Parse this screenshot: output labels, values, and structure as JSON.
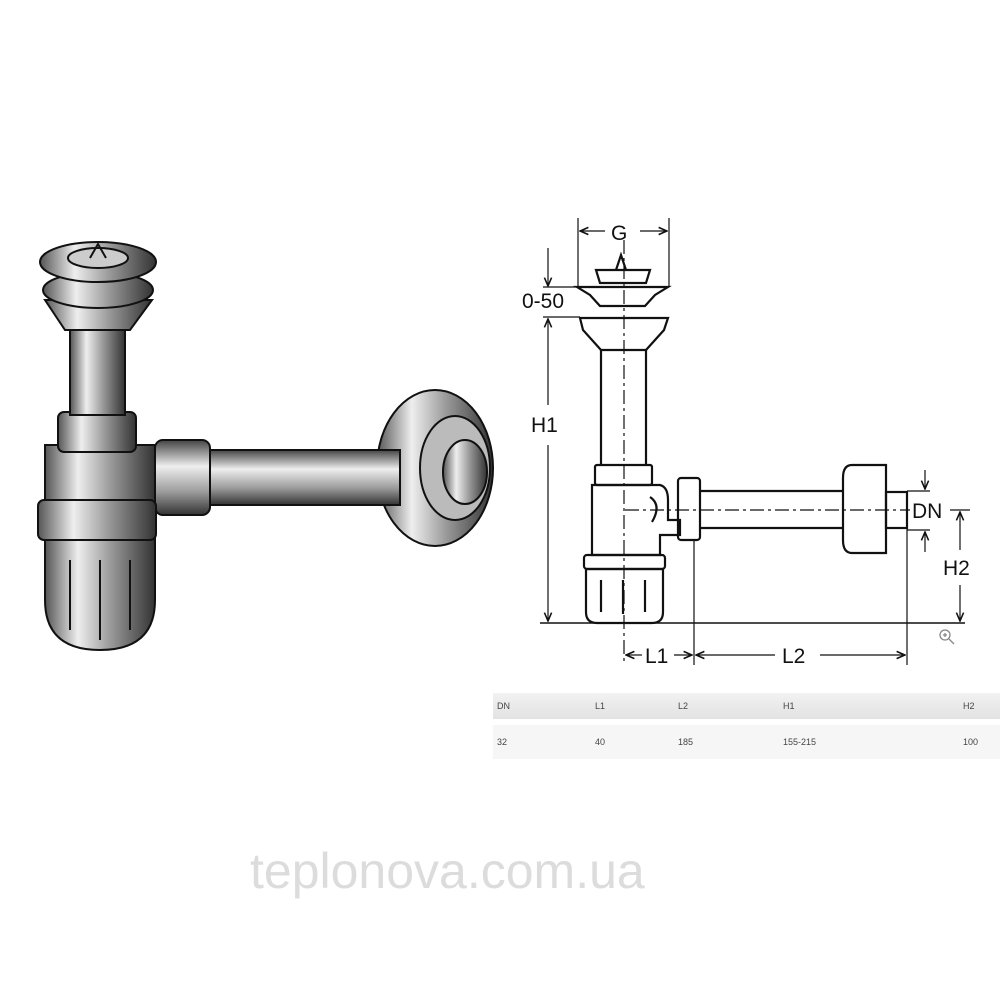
{
  "drawing": {
    "labels": {
      "g": "G",
      "stroke_range": "0-50",
      "h1": "H1",
      "h2": "H2",
      "dn": "DN",
      "l1": "L1",
      "l2": "L2"
    },
    "zoom_icon": "magnifier-plus-icon"
  },
  "spec_table": {
    "headers": [
      "DN",
      "L1",
      "L2",
      "H1",
      "H2"
    ],
    "rows": [
      [
        "32",
        "40",
        "185",
        "155-215",
        "100"
      ]
    ]
  },
  "watermark": "teplonova.com.ua",
  "colors": {
    "line": "#111111",
    "table_header": "#e6e6e6",
    "watermark": "#dcdcdc"
  }
}
